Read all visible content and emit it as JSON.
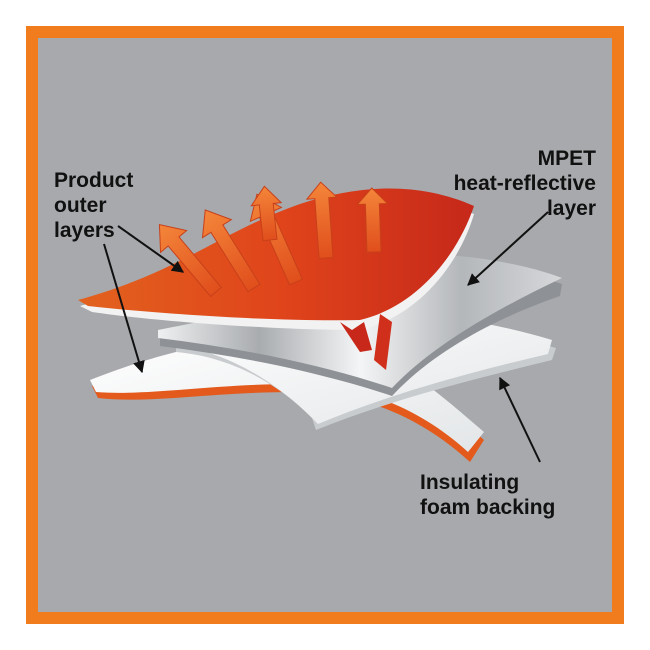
{
  "colors": {
    "frame": "#f07c1e",
    "background": "#a7a9ac",
    "outer_layer": "#e0501c",
    "reflective_layer": "#d0d2d4",
    "foam_layer": "#f2f4f5",
    "text": "#111111"
  },
  "labels": {
    "outer_layers": "Product\nouter\nlayers",
    "mpet": "MPET\nheat-reflective\nlayer",
    "foam": "Insulating\nfoam backing"
  },
  "icons": [
    "heat-arrow-icon"
  ]
}
